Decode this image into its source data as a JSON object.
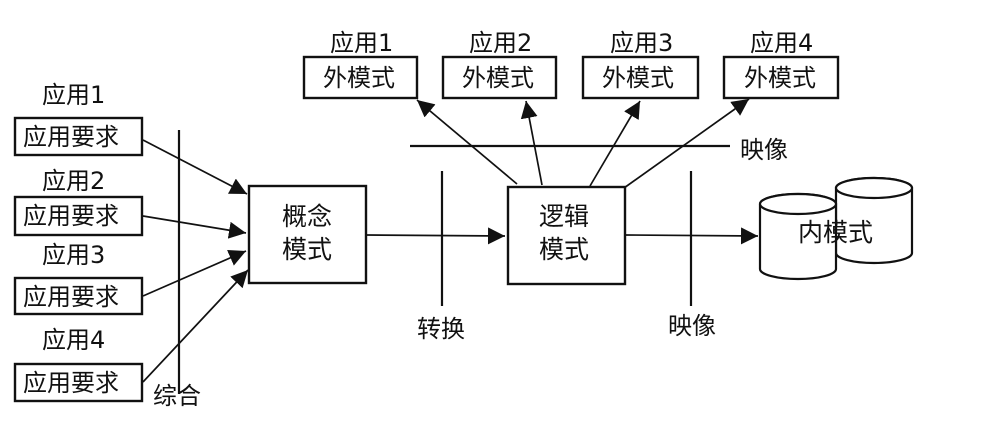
{
  "left_apps": [
    {
      "app": "应用1",
      "requirement": "应用要求"
    },
    {
      "app": "应用2",
      "requirement": "应用要求"
    },
    {
      "app": "应用3",
      "requirement": "应用要求"
    },
    {
      "app": "应用4",
      "requirement": "应用要求"
    }
  ],
  "external_apps": [
    {
      "app": "应用1",
      "schema": "外模式"
    },
    {
      "app": "应用2",
      "schema": "外模式"
    },
    {
      "app": "应用3",
      "schema": "外模式"
    },
    {
      "app": "应用4",
      "schema": "外模式"
    }
  ],
  "nodes": {
    "conceptual_line1": "概念",
    "conceptual_line2": "模式",
    "logical_line1": "逻辑",
    "logical_line2": "模式",
    "internal": "内模式"
  },
  "labels": {
    "integration": "综合",
    "conversion": "转换",
    "mapping_top": "映像",
    "mapping_bottom": "映像"
  }
}
